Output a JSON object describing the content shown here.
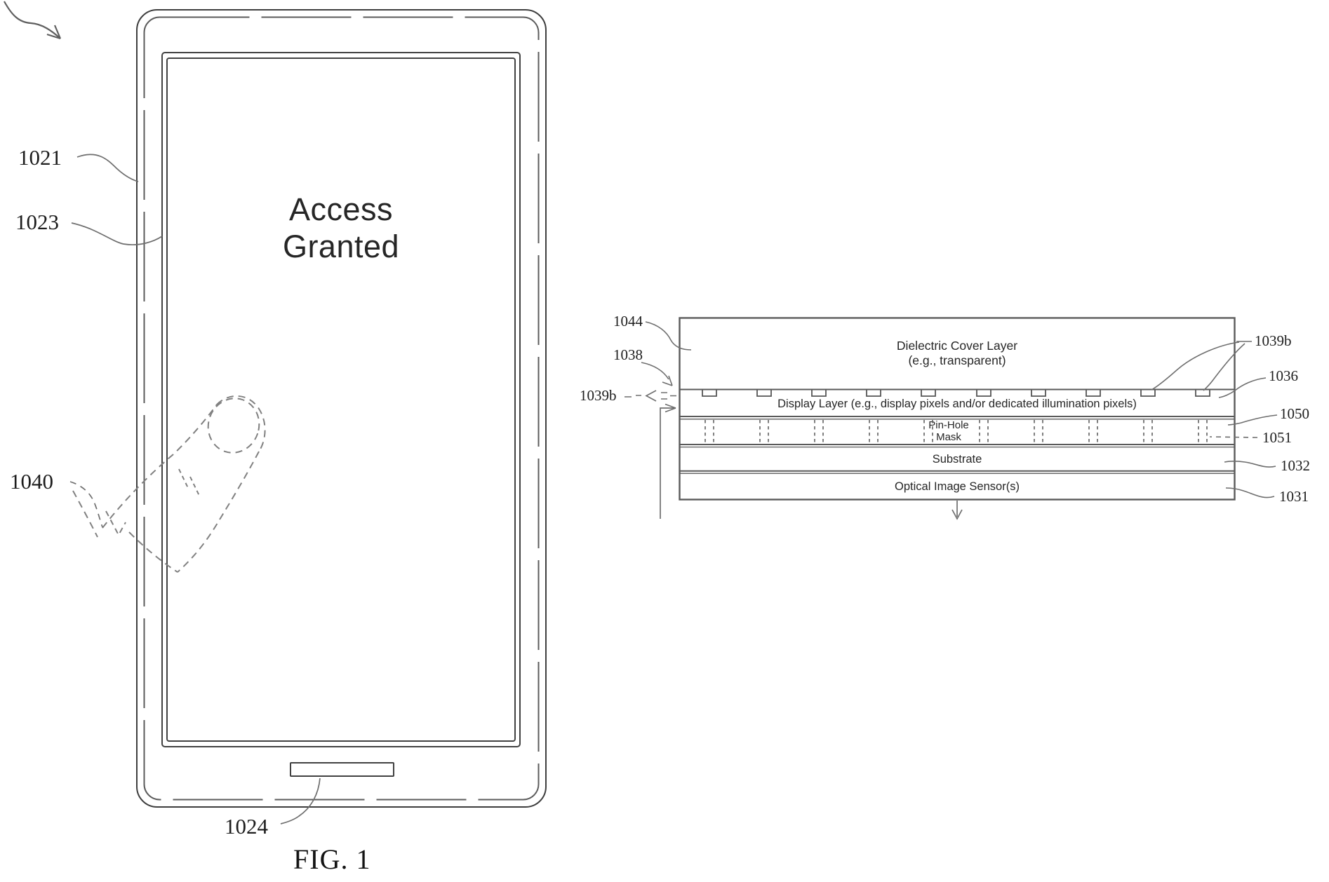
{
  "figure": {
    "caption": "FIG. 1"
  },
  "phone": {
    "screen_line1": "Access",
    "screen_line2": "Granted",
    "label_body": "1021",
    "label_display": "1023",
    "label_finger": "1040",
    "label_button": "1024"
  },
  "stack": {
    "label_1044": "1044",
    "label_1038": "1038",
    "label_1039b_left": "1039b",
    "label_1039b_right": "1039b",
    "label_1036": "1036",
    "label_1050": "1050",
    "label_1051": "1051",
    "label_1032": "1032",
    "label_1031": "1031",
    "layer_cover_line1": "Dielectric Cover Layer",
    "layer_cover_line2": "(e.g., transparent)",
    "layer_display": "Display Layer (e.g., display pixels and/or dedicated illumination pixels)",
    "layer_mask_line1": "Pin-Hole",
    "layer_mask_line2": "Mask",
    "layer_substrate": "Substrate",
    "layer_sensor": "Optical Image Sensor(s)"
  },
  "colors": {
    "background": "#ffffff",
    "solid_line": "#3e3e3e",
    "stack_line": "#5a5a5a",
    "leader_line": "#6e6e6e",
    "dashed_finger": "#808080",
    "text": "#262626"
  }
}
